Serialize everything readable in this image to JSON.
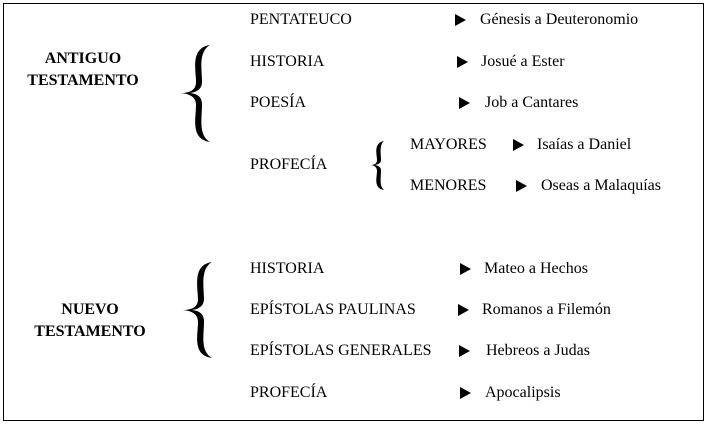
{
  "old_testament": {
    "title_line1": "ANTIGUO",
    "title_line2": "TESTAMENTO",
    "sections": [
      {
        "label": "PENTATEUCO",
        "range": "Génesis a Deuteronomio"
      },
      {
        "label": "HISTORIA",
        "range": "Josué a Ester"
      },
      {
        "label": "POESÍA",
        "range": "Job a Cantares"
      },
      {
        "label": "PROFECÍA",
        "subsections": [
          {
            "label": "MAYORES",
            "range": "Isaías a Daniel"
          },
          {
            "label": "MENORES",
            "range": "Oseas a Malaquías"
          }
        ]
      }
    ]
  },
  "new_testament": {
    "title_line1": "NUEVO",
    "title_line2": "TESTAMENTO",
    "sections": [
      {
        "label": "HISTORIA",
        "range": "Mateo a Hechos"
      },
      {
        "label": "EPÍSTOLAS PAULINAS",
        "range": "Romanos a Filemón"
      },
      {
        "label": "EPÍSTOLAS GENERALES",
        "range": "Hebreos a Judas"
      },
      {
        "label": "PROFECÍA",
        "range": "Apocalipsis"
      }
    ]
  }
}
